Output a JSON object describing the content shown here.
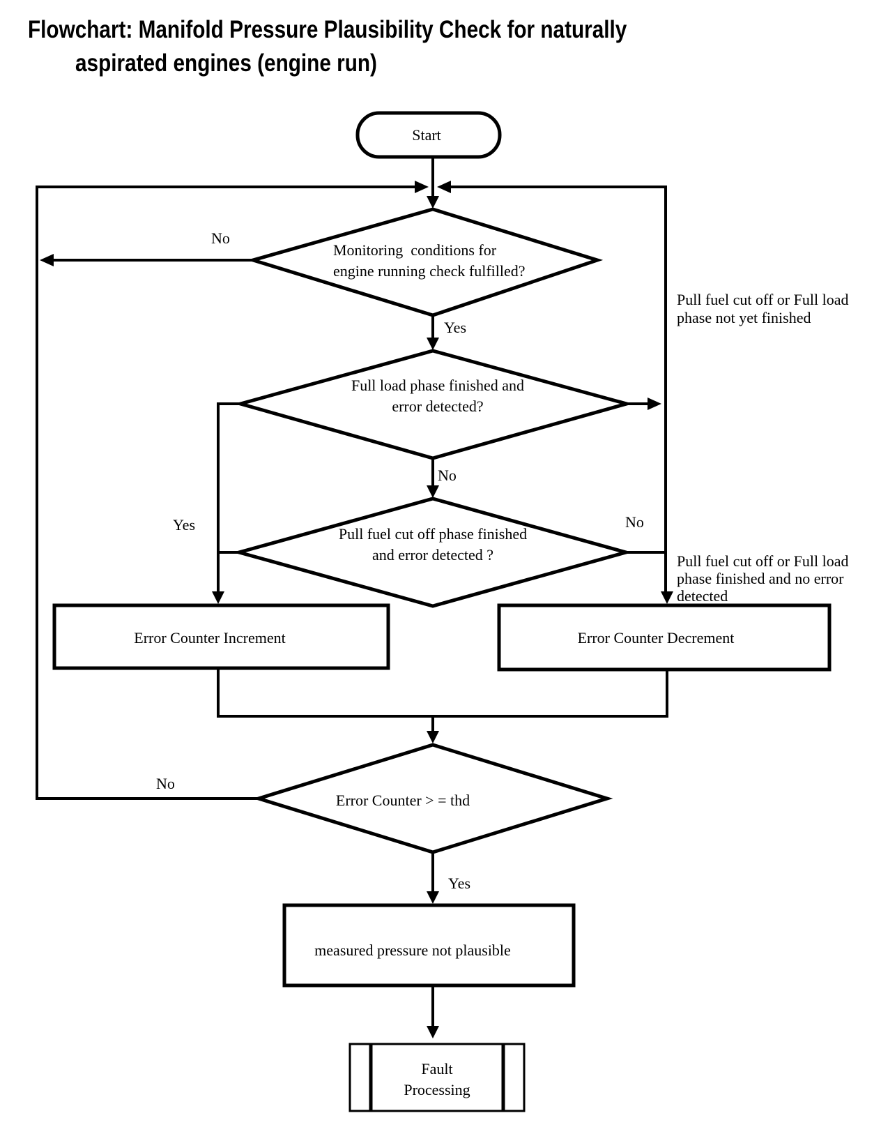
{
  "title": {
    "line1": "Flowchart: Manifold Pressure Plausibility Check for naturally",
    "line2": "aspirated engines (engine run)"
  },
  "nodes": {
    "start": {
      "label": "Start"
    },
    "monitoring": {
      "line1": "Monitoring  conditions for",
      "line2": "engine running check fulfilled?"
    },
    "full_load": {
      "line1": "Full load phase finished and",
      "line2": "error detected?"
    },
    "pull_fuel": {
      "line1": "Pull fuel cut off phase finished",
      "line2": "and error detected ?"
    },
    "threshold": {
      "label": "Error Counter > = thd"
    },
    "increment": {
      "label": "Error Counter Increment"
    },
    "decrement": {
      "label": "Error Counter Decrement"
    },
    "not_plausible": {
      "label": "measured pressure not plausible"
    },
    "fault": {
      "line1": "Fault",
      "line2": "Processing"
    }
  },
  "labels": {
    "monitoring_no": "No",
    "monitoring_yes": "Yes",
    "full_load_no": "No",
    "pull_fuel_yes": "Yes",
    "pull_fuel_no": "No",
    "threshold_no": "No",
    "threshold_yes": "Yes"
  },
  "annotations": {
    "loop_back": {
      "line1": "Pull fuel cut off or Full load",
      "line2": "phase not yet finished"
    },
    "no_error": {
      "line1": "Pull fuel cut off or Full load",
      "line2": "phase finished and no error",
      "line3": "detected"
    }
  },
  "colors": {
    "ink": "#000000",
    "paper": "#ffffff"
  }
}
